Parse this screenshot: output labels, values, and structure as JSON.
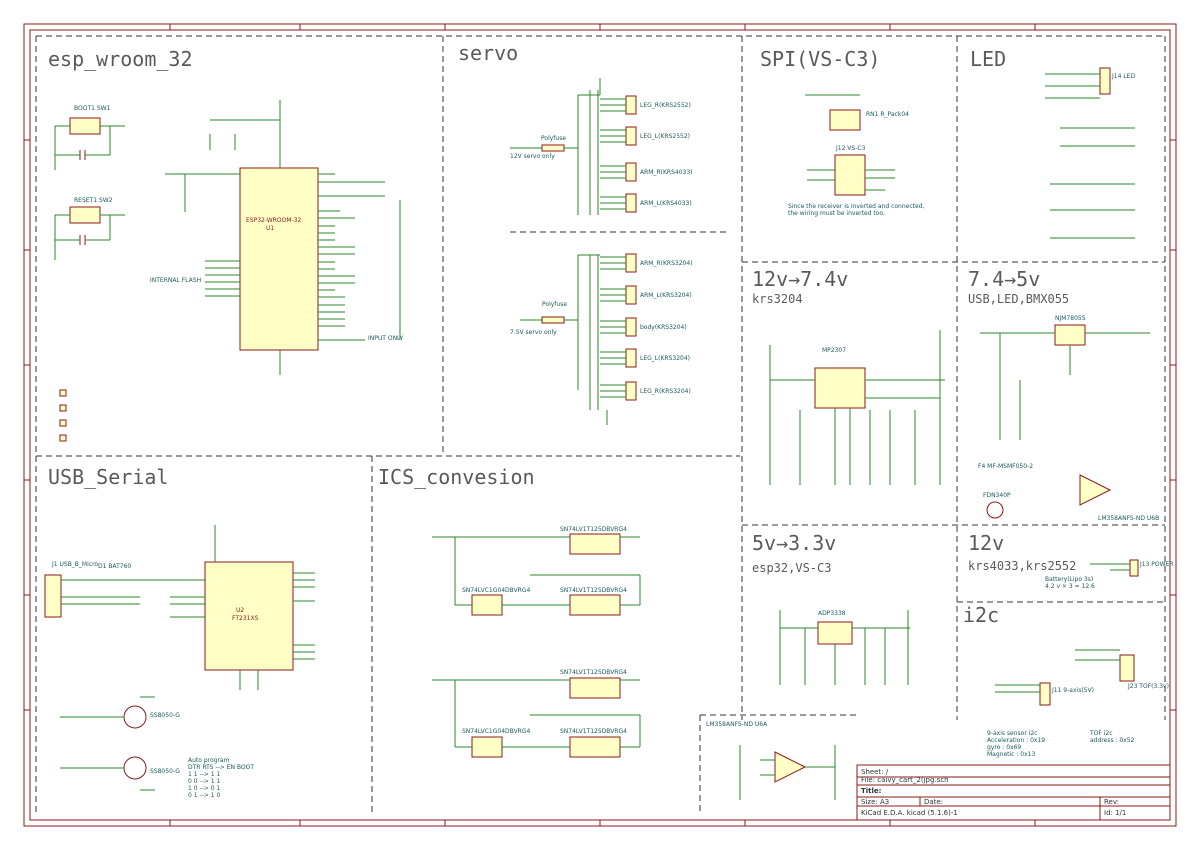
{
  "sections": {
    "esp": "esp_wroom_32",
    "servo": "servo",
    "spi": "SPI(VS-C3)",
    "led": "LED",
    "usb": "USB_Serial",
    "ics": "ICS_convesion",
    "p12to74": "12v→7.4v",
    "p12to74_sub": "krs3204",
    "p74to5": "7.4→5v",
    "p74to5_sub": "USB,LED,BMX055",
    "p5to33": "5v→3.3v",
    "p5to33_sub": "esp32,VS-C3",
    "p12v": "12v",
    "p12v_sub": "krs4033,krs2552",
    "i2c": "i2c",
    "opamp": "LM358ANFS-ND U6A"
  },
  "parts": {
    "u1": "ESP32-WROOM-32",
    "u1_ref": "U1",
    "u2": "FT231XS",
    "u2_ref": "U2",
    "ic3": "SN74LV1T125DBVRG4",
    "ic4": "SN74LV1T125DBVRG4",
    "ic5": "SN74LV1T125DBVRG4",
    "ic6": "SN74LV1T125DBVRG4",
    "ic1": "SN74LVC1G04DBVRG4",
    "ic2": "SN74LVC1G04DBVRG4",
    "u4": "MP2307",
    "u5": "NJM7805S",
    "u3": "ADP3338",
    "q1": "SS8050-G",
    "q2": "SS8050-G",
    "q3": "FDN340P",
    "f1": "Polyfuse",
    "f1_note": "12V servo only",
    "f2": "Polyfuse",
    "f2_note": "7.5V servo only",
    "rn1": "RN1 R_Pack04",
    "j12": "J12 VS-C3",
    "j13": "J13 POWER",
    "j14": "J14 LED",
    "j11": "J11 9-axis(5V)",
    "j23": "J23 TOF(3.3v)",
    "sw1": "BOOT1 SW1",
    "sw2": "RESET1 SW2",
    "d1": "D1 BAT760",
    "usb_conn": "J1 USB_B_Micro",
    "f4": "F4 MF-MSMF050-2",
    "u6b": "LM358ANFS-ND U6B"
  },
  "servo_connectors": [
    "LEG_R(KRS2552)",
    "LEG_L(KRS2552)",
    "ARM_R(KRS4033)",
    "ARM_L(KRS4033)",
    "ARM_R(KRS3204)",
    "ARM_L(KRS3204)",
    "body(KRS3204)",
    "LEG_L(KRS3204)",
    "LEG_R(KRS3204)"
  ],
  "notes": {
    "spi_note1": "Since the receiver is inverted and connected,",
    "spi_note2": "the wiring must be inverted too.",
    "internal_flash": "INTERNAL FLASH",
    "input_only": "INPUT ONLY",
    "auto_prog_title": "Auto program",
    "auto_prog_header": "DTR  RTS --> EN  BOOT",
    "auto_prog_rows": [
      "1    1  --> 1   1",
      "0    0  --> 1   1",
      "1    0  --> 0   1",
      "0    1  --> 1   0"
    ],
    "battery": "Battery(Lipo 3s)",
    "battery_v": "4.2 v × 3 = 12.6",
    "nine_axis": "9-axis sensor i2c",
    "accel": "Acceleration : 0x19",
    "gyro": "gyro : 0x69",
    "magnetic": "Magnetic : 0x13",
    "tof": "TOF i2c",
    "tof_addr": "address : 0x52"
  },
  "title_block": {
    "sheet": "Sheet: /",
    "file": "File: caivy_cart_2(jpg.sch",
    "title_label": "Title:",
    "size": "Size: A3",
    "date": "Date:",
    "rev": "Rev:",
    "kicad": "KiCad E.D.A.  kicad (5.1.6)-1",
    "id": "Id: 1/1"
  },
  "colors": {
    "frame": "#8b1a1a",
    "wire": "#2a8a2a",
    "part_fill": "#ffffc6",
    "label": "#1a5a5a",
    "section_title": "#5a5a5a"
  }
}
